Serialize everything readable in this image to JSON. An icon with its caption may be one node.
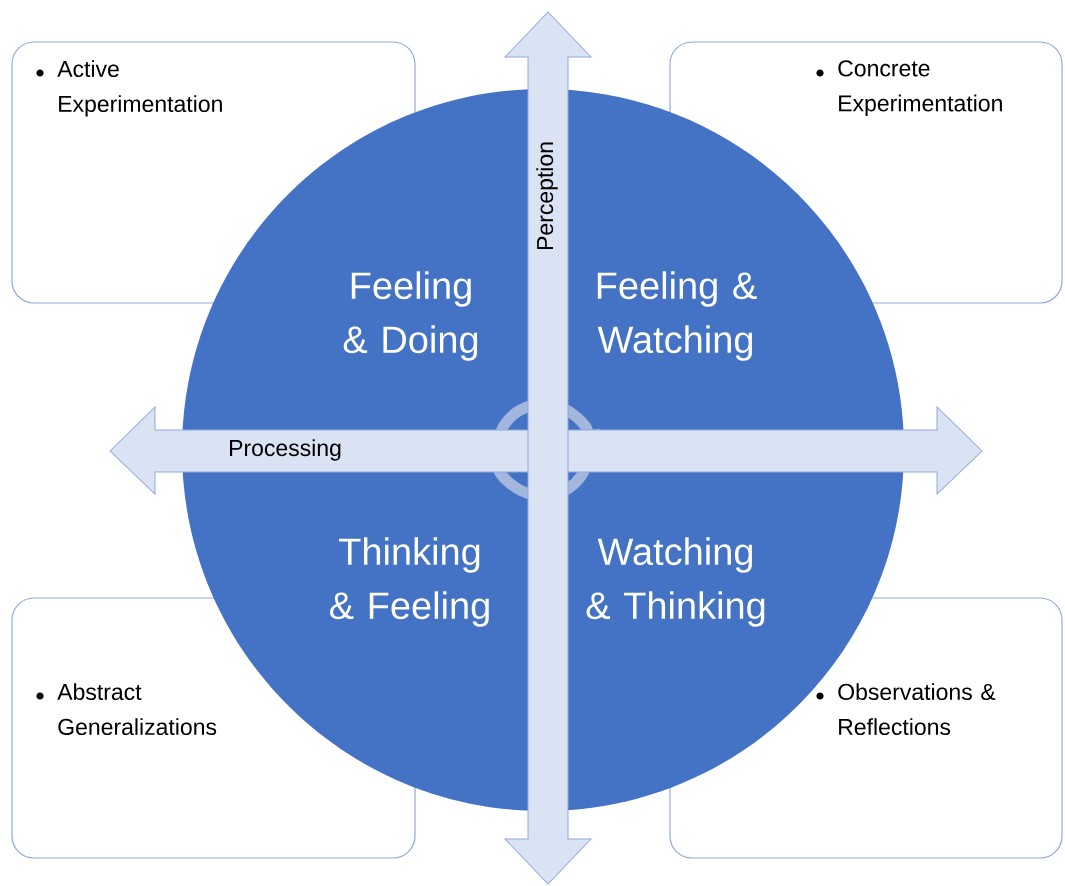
{
  "diagram": {
    "nodes": [
      {
        "text": [
          "Active Experimentation"
        ]
      },
      {
        "text": [
          "Concrete Experimentation"
        ]
      },
      {
        "text": [
          "Perception"
        ]
      },
      {
        "text": [
          "Feeling & Doing",
          "Feeling & Watching",
          "Thinking & Feeling",
          "Watching & Thinking"
        ]
      },
      {
        "text": [
          "Processing"
        ]
      },
      {
        "text": [
          "Abstract Generalizations"
        ]
      },
      {
        "text": [
          "Observations & Reflections"
        ]
      }
    ],
    "edges": []
  }
}
